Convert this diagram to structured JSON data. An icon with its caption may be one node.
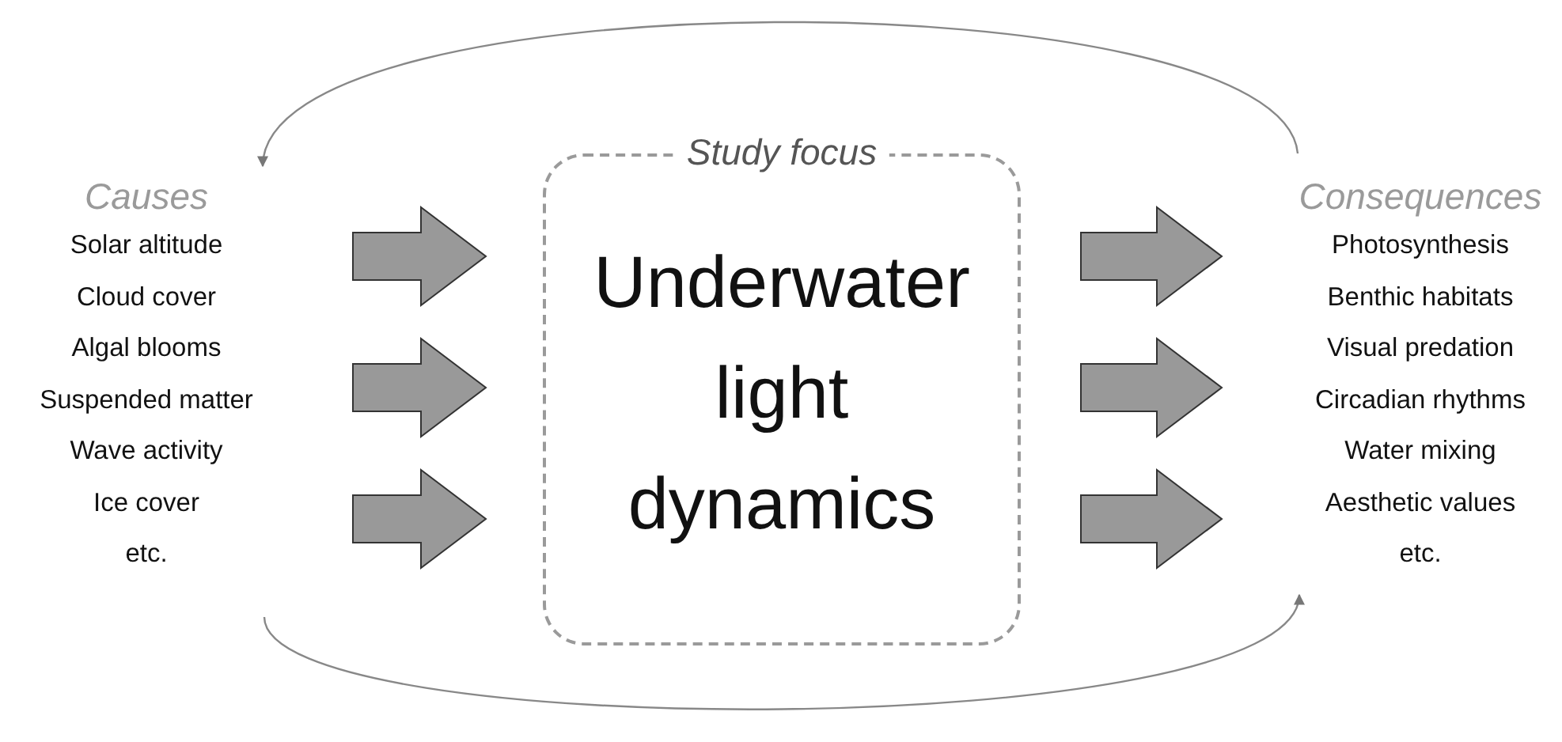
{
  "diagram": {
    "nodes": [
      {
        "text": [
          "Causes",
          "Solar altitude",
          "Cloud cover",
          "Algal blooms",
          "Suspended matter",
          "Wave activity",
          "Ice cover",
          "etc."
        ]
      },
      {
        "text": [
          "Study focus",
          "Underwater light dynamics"
        ]
      },
      {
        "text": [
          "Consequences",
          "Photosynthesis",
          "Benthic habitats",
          "Visual predation",
          "Circadian rhythms",
          "Water mixing",
          "Aesthetic values",
          "etc."
        ]
      }
    ],
    "edges": [
      {
        "from": 2,
        "to": 0,
        "arrow": "to"
      },
      {
        "from": 0,
        "to": 2,
        "arrow": "to"
      },
      {
        "from": 0,
        "to": 1,
        "arrow": "to",
        "style": "thick"
      },
      {
        "from": 0,
        "to": 1,
        "arrow": "to",
        "style": "thick"
      },
      {
        "from": 0,
        "to": 1,
        "arrow": "to",
        "style": "thick"
      },
      {
        "from": 1,
        "to": 2,
        "arrow": "to",
        "style": "thick"
      },
      {
        "from": 1,
        "to": 2,
        "arrow": "to",
        "style": "thick"
      },
      {
        "from": 1,
        "to": 2,
        "arrow": "to",
        "style": "thick"
      }
    ]
  }
}
